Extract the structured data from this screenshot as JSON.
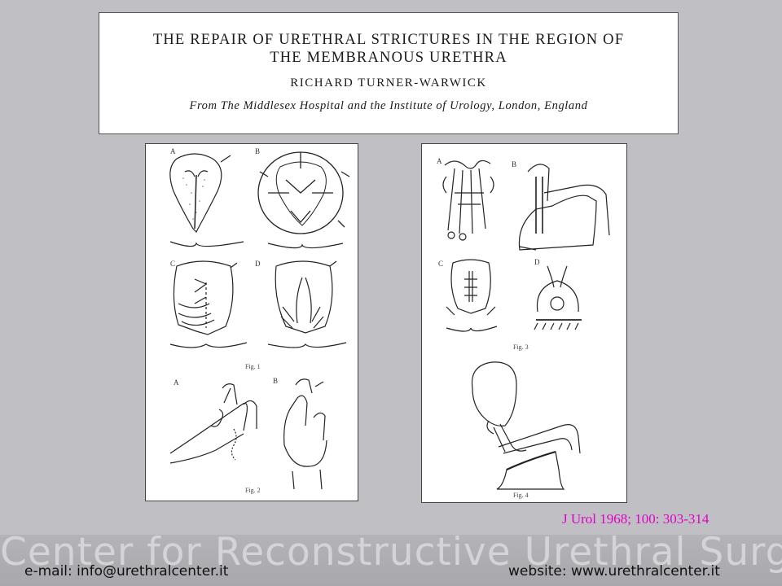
{
  "article": {
    "title_line1": "THE REPAIR OF URETHRAL STRICTURES IN THE REGION OF",
    "title_line2": "THE MEMBRANOUS URETHRA",
    "author": "RICHARD TURNER-WARWICK",
    "affiliation": "From The Middlesex Hospital and the Institute of Urology, London, England"
  },
  "figures_left": {
    "fig1_label": "Fig. 1",
    "fig2_label": "Fig. 2",
    "sub_labels": [
      "A",
      "B",
      "C",
      "D",
      "A",
      "B"
    ]
  },
  "figures_right": {
    "fig3_label": "Fig. 3",
    "fig4_label": "Fig. 4",
    "sub_labels": [
      "A",
      "B",
      "C",
      "D"
    ]
  },
  "citation": "J Urol 1968; 100: 303-314",
  "footer": {
    "banner_watermark": "Center for Reconstructive Urethral Surgery",
    "email": "e-mail: info@urethralcenter.it",
    "website": "website: www.urethralcenter.it"
  },
  "colors": {
    "background": "#c0c0c4",
    "citation": "#e000c8"
  }
}
